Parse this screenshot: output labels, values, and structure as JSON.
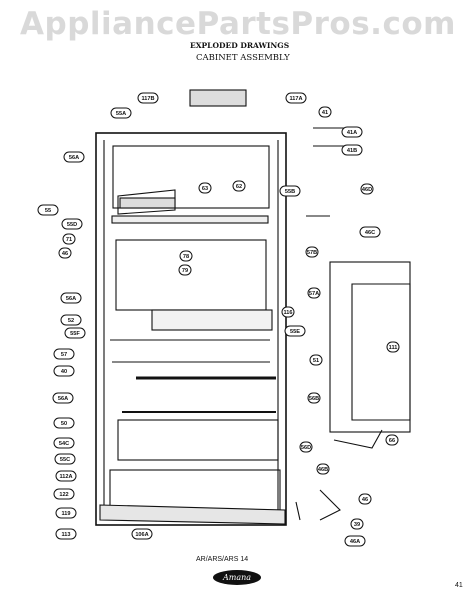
{
  "watermark": "AppliancePartsPros.com",
  "header": {
    "line1": "EXPLODED DRAWINGS",
    "line2": "CABINET ASSEMBLY"
  },
  "footer": {
    "model": "AR/ARS/ARS 14",
    "brand": "Amana",
    "page_number": "41"
  },
  "callouts": [
    "117B",
    "117A",
    "41",
    "41A",
    "41B",
    "55A",
    "56A",
    "63",
    "62",
    "55B",
    "46D",
    "46C",
    "55",
    "55D",
    "71",
    "78",
    "46",
    "79",
    "57B",
    "57A",
    "56A",
    "116",
    "52",
    "55F",
    "55E",
    "57",
    "111",
    "40",
    "51",
    "56A",
    "56B",
    "50",
    "54C",
    "55C",
    "56D",
    "112A",
    "46B",
    "122",
    "119",
    "46",
    "113",
    "106A",
    "39",
    "46A",
    "66"
  ]
}
